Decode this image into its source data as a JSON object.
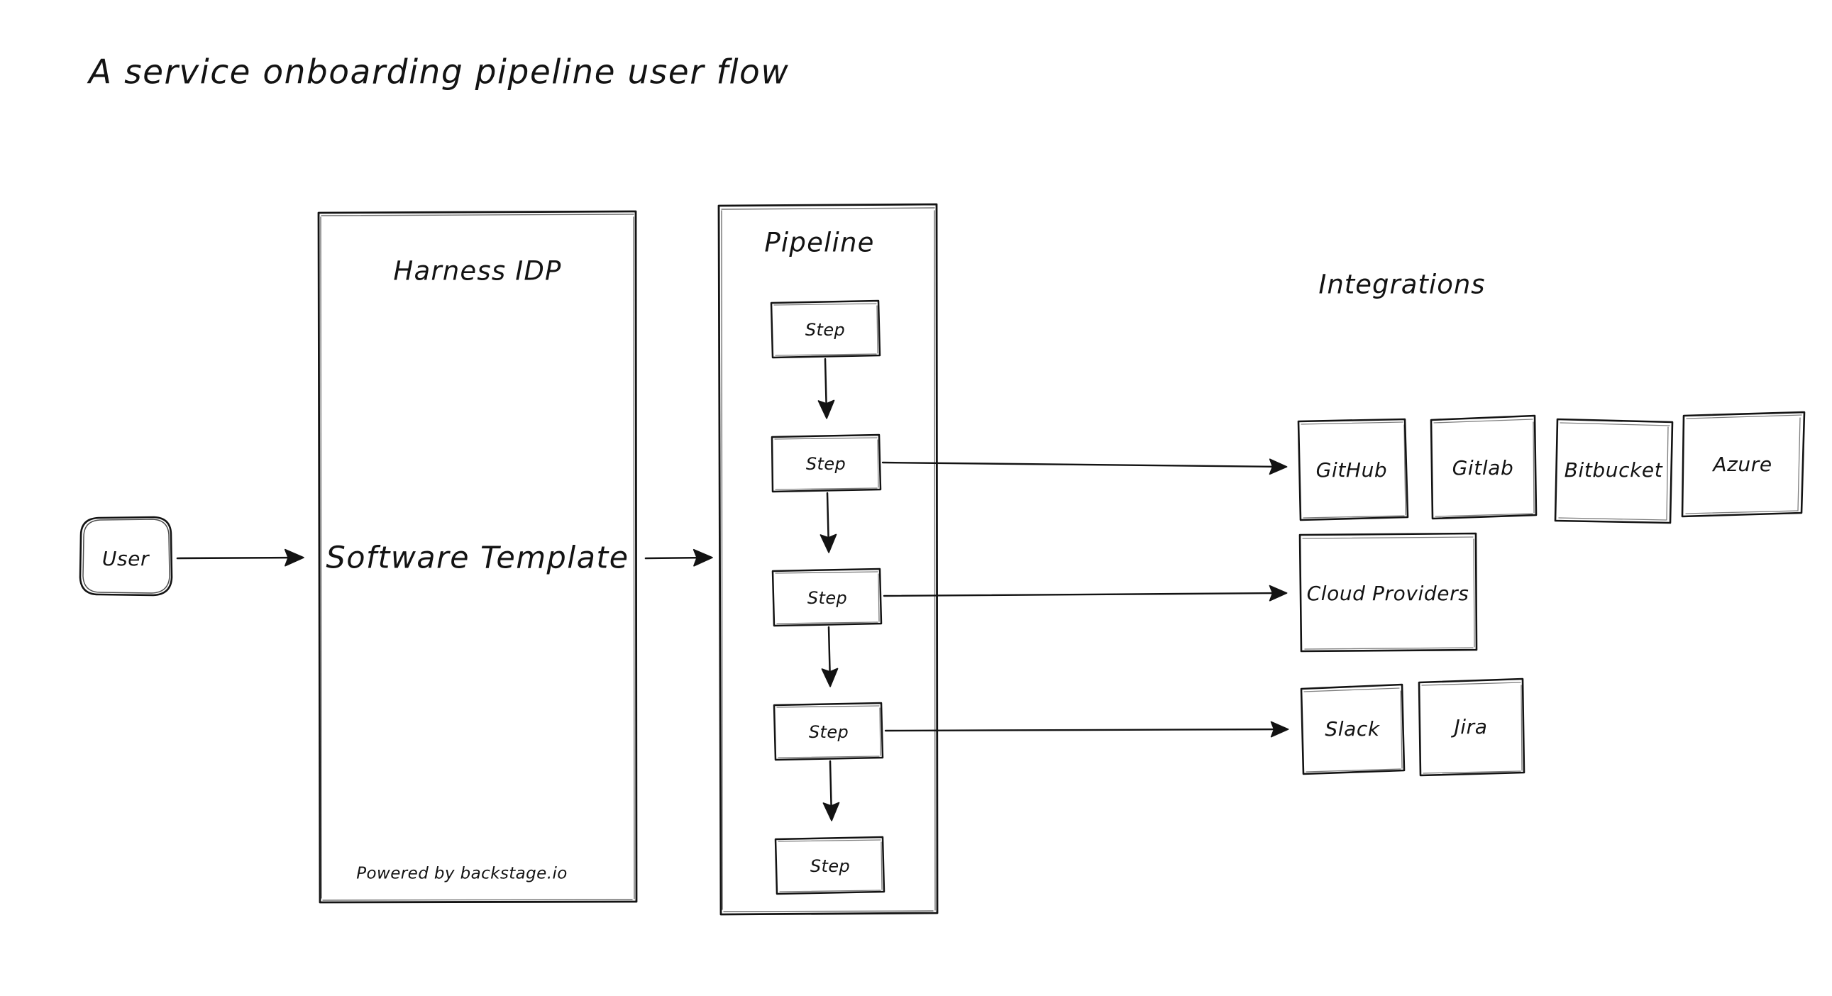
{
  "page": {
    "title": "A service onboarding pipeline user flow",
    "background_color": "#ffffff",
    "stroke_color": "#131313",
    "text_color": "#131313"
  },
  "actor": {
    "label": "User"
  },
  "idp": {
    "title": "Harness IDP",
    "body_label": "Software Template",
    "footer": "Powered by backstage.io"
  },
  "pipeline": {
    "title": "Pipeline",
    "steps": [
      {
        "label": "Step"
      },
      {
        "label": "Step"
      },
      {
        "label": "Step"
      },
      {
        "label": "Step"
      },
      {
        "label": "Step"
      }
    ]
  },
  "integrations": {
    "title": "Integrations",
    "scm": [
      {
        "label": "GitHub"
      },
      {
        "label": "Gitlab"
      },
      {
        "label": "Bitbucket"
      },
      {
        "label": "Azure"
      }
    ],
    "cloud": [
      {
        "label": "Cloud Providers"
      }
    ],
    "collab": [
      {
        "label": "Slack"
      },
      {
        "label": "Jira"
      }
    ]
  },
  "connections": {
    "user_to_idp": "arrow",
    "idp_to_pipeline": "arrow",
    "step_to_scm": "arrow",
    "step_to_cloud": "arrow",
    "step_to_collab": "arrow",
    "step_chain": "arrow"
  }
}
